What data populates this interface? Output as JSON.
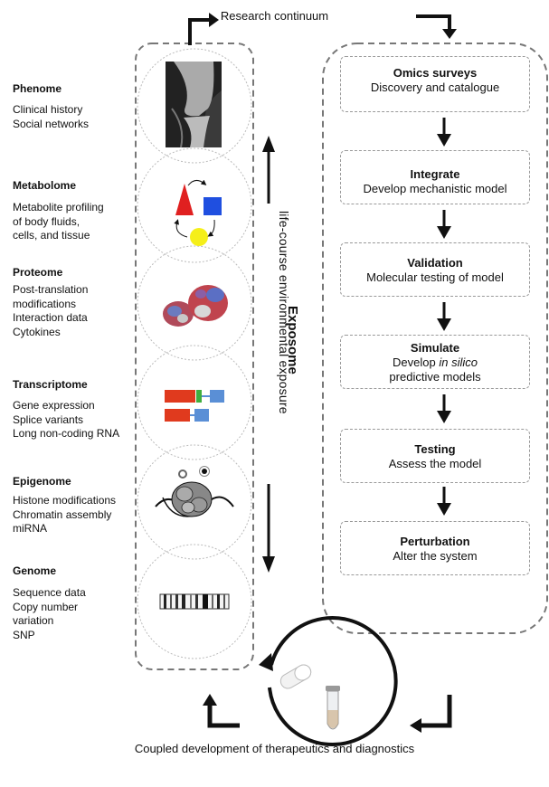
{
  "header": {
    "title": "Research continuum"
  },
  "footer": {
    "title": "Coupled development of therapeutics and diagnostics"
  },
  "exposome": {
    "label": "Exposome",
    "sublabel": "life-course environmental exposure"
  },
  "omics": [
    {
      "title": "Phenome",
      "lines": [
        "Clinical history",
        "Social networks"
      ]
    },
    {
      "title": "Metabolome",
      "lines": [
        "Metabolite profiling",
        "of body fluids,",
        "cells, and tissue"
      ]
    },
    {
      "title": "Proteome",
      "lines": [
        "Post-translation",
        "modifications",
        "Interaction data",
        "Cytokines"
      ]
    },
    {
      "title": "Transcriptome",
      "lines": [
        "Gene expression",
        "Splice variants",
        "Long non-coding RNA"
      ]
    },
    {
      "title": "Epigenome",
      "lines": [
        "Histone modifications",
        "Chromatin assembly",
        "miRNA"
      ]
    },
    {
      "title": "Genome",
      "lines": [
        "Sequence data",
        "Copy number",
        "variation",
        "SNP"
      ]
    }
  ],
  "steps": [
    {
      "title": "Omics surveys",
      "desc1": "Discovery and catalogue",
      "desc2": ""
    },
    {
      "title": "Integrate",
      "desc1": "Develop mechanistic model",
      "desc2": ""
    },
    {
      "title": "Validation",
      "desc1": "Molecular testing of model",
      "desc2": ""
    },
    {
      "title": "Simulate",
      "desc1": "Develop in silico",
      "desc2": "predictive models"
    },
    {
      "title": "Testing",
      "desc1": "Assess the model",
      "desc2": ""
    },
    {
      "title": "Perturbation",
      "desc1": "Alter the system",
      "desc2": ""
    }
  ],
  "colors": {
    "red": "#e02020",
    "blue": "#1f4fe0",
    "yellow": "#f5ef1a",
    "arrow": "#111111",
    "dash": "#777777"
  },
  "icons": [
    "knee-xray-icon",
    "metabolite-cycle-icon",
    "protein-structure-icon",
    "gene-exon-icon",
    "chromatin-icon",
    "chromosome-band-icon",
    "pill-icon",
    "test-tube-icon"
  ]
}
